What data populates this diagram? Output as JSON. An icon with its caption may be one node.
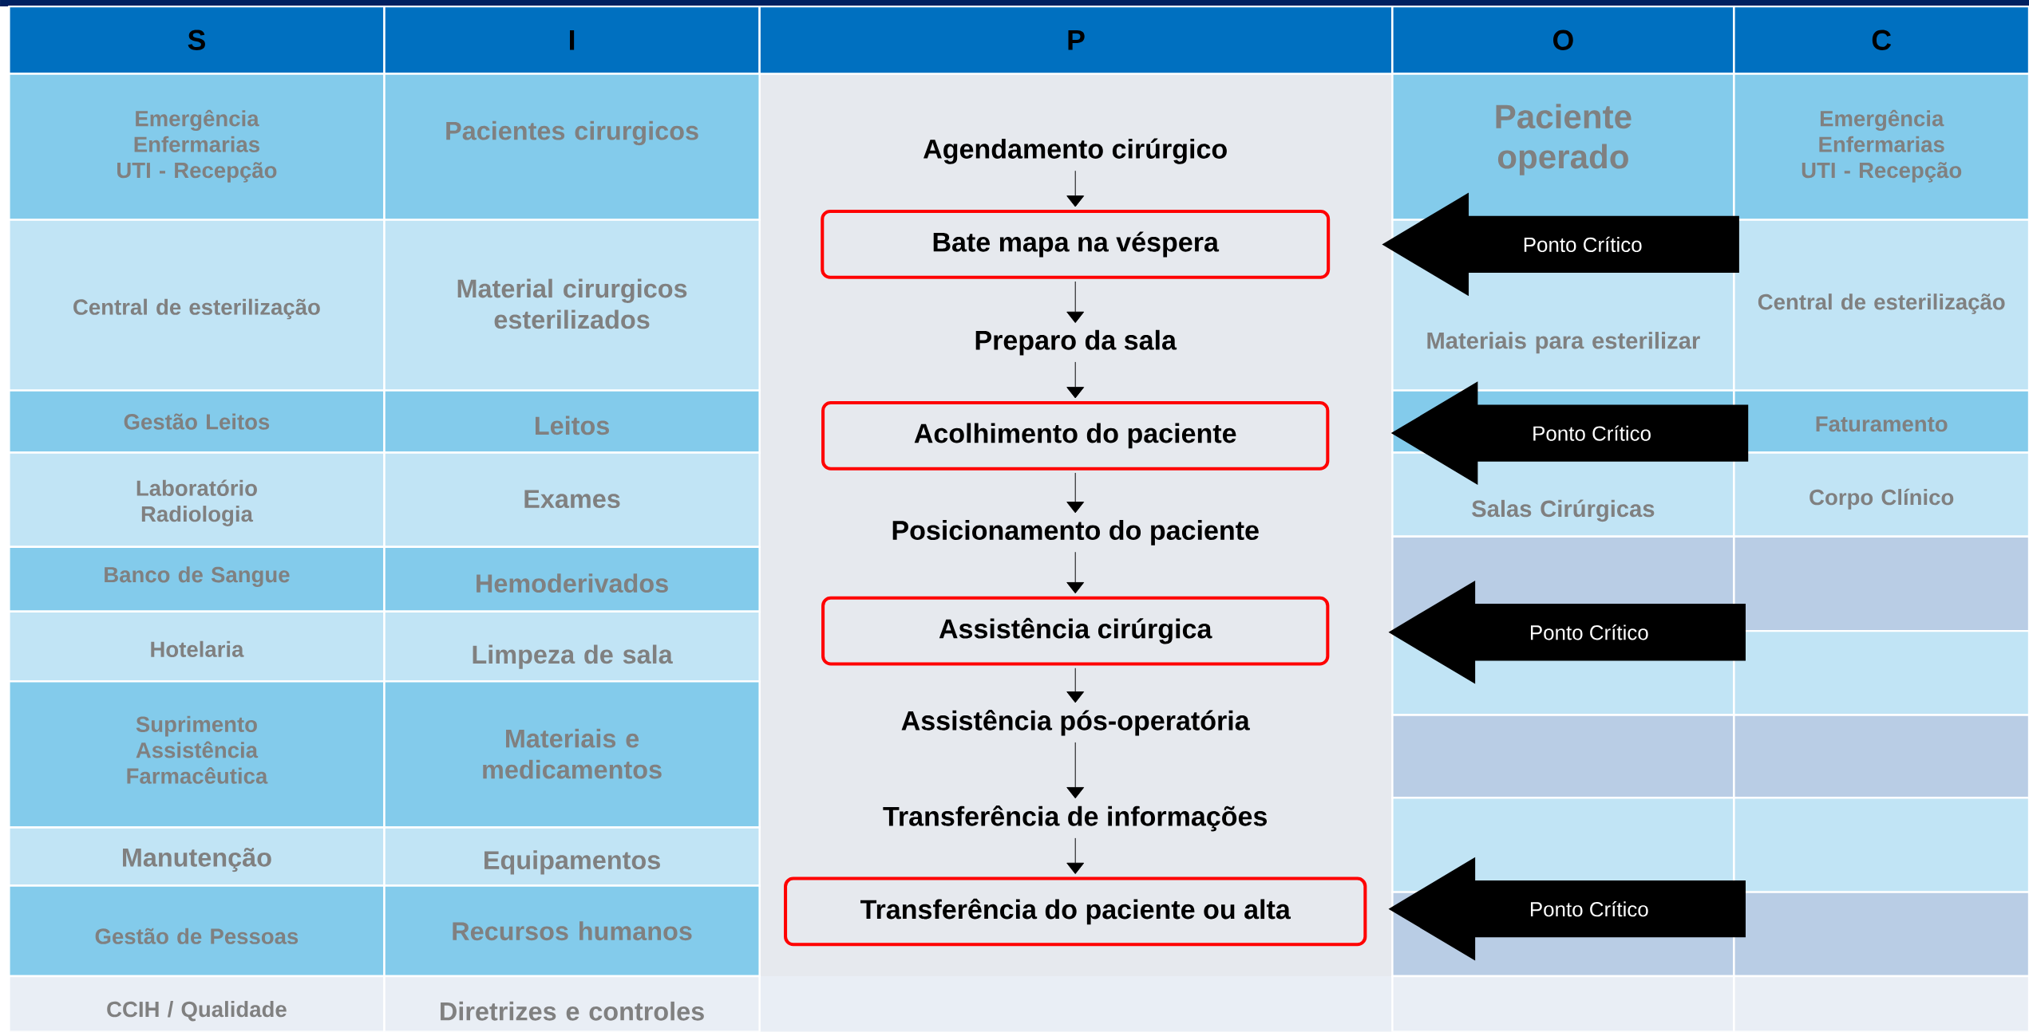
{
  "diagram": {
    "nodes": [
      {
        "text": [
          "Agendamento cirúrgico"
        ]
      },
      {
        "text": [
          "Bate mapa na véspera"
        ]
      },
      {
        "text": [
          "Preparo da sala"
        ]
      },
      {
        "text": [
          "Acolhimento do paciente"
        ]
      },
      {
        "text": [
          "Posicionamento do paciente"
        ]
      },
      {
        "text": [
          "Assistência cirúrgica"
        ]
      },
      {
        "text": [
          "Assistência pós-operatória"
        ]
      },
      {
        "text": [
          "Transferência de informações"
        ]
      },
      {
        "text": [
          "Transferência do paciente ou alta"
        ]
      },
      {
        "text": [
          "Ponto Crítico"
        ]
      },
      {
        "text": [
          "Ponto Crítico"
        ]
      },
      {
        "text": [
          "Ponto Crítico"
        ]
      },
      {
        "text": [
          "Ponto Crítico"
        ]
      }
    ],
    "edges": [
      {
        "from": 0,
        "to": 1,
        "arrow": "to"
      },
      {
        "from": 1,
        "to": 2,
        "arrow": "to"
      },
      {
        "from": 2,
        "to": 3,
        "arrow": "to"
      },
      {
        "from": 3,
        "to": 4,
        "arrow": "to"
      },
      {
        "from": 4,
        "to": 5,
        "arrow": "to"
      },
      {
        "from": 5,
        "to": 6,
        "arrow": "to"
      },
      {
        "from": 6,
        "to": 7,
        "arrow": "to"
      },
      {
        "from": 7,
        "to": 8,
        "arrow": "to"
      }
    ],
    "labels": [
      "S",
      "I",
      "P",
      "O",
      "C",
      "Emergência Enfermarias UTI - Recepção",
      "Pacientes cirurgicos",
      "Paciente operado",
      "Emergência Enfermarias UTI - Recepção",
      "Central de esterilização",
      "Material cirurgicos esterilizados",
      "Materiais para esterilizar",
      "Central de esterilização",
      "Gestão Leitos",
      "Leitos",
      "Faturamento",
      "Laboratório Radiologia",
      "Exames",
      "Salas Cirúrgicas",
      "Corpo Clínico",
      "Banco de Sangue",
      "Hemoderivados",
      "Hotelaria",
      "Limpeza de sala",
      "Suprimento Assistência Farmacêutica",
      "Materiais e medicamentos",
      "Manutenção",
      "Equipamentos",
      "Gestão de Pessoas",
      "Recursos humanos",
      "CCIH / Qualidade",
      "Diretrizes e controles"
    ]
  }
}
